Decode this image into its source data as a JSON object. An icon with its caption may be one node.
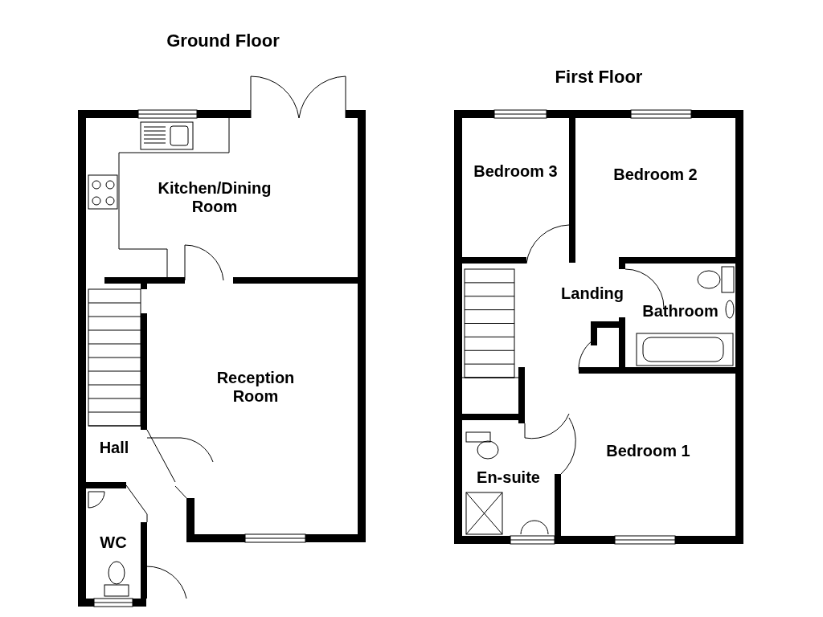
{
  "diagram": {
    "nodes": [
      {
        "text": [
          "Ground Floor"
        ]
      },
      {
        "text": [
          "Kitchen/Dining Room"
        ],
        "in": 0
      },
      {
        "text": [
          "Reception Room"
        ],
        "in": 0
      },
      {
        "text": [
          "Hall"
        ],
        "in": 0
      },
      {
        "text": [
          "WC"
        ],
        "in": 0
      },
      {
        "text": [
          "First Floor"
        ]
      },
      {
        "text": [
          "Bedroom 3"
        ],
        "in": 5
      },
      {
        "text": [
          "Bedroom 2"
        ],
        "in": 5
      },
      {
        "text": [
          "Landing"
        ],
        "in": 5
      },
      {
        "text": [
          "Bathroom"
        ],
        "in": 5
      },
      {
        "text": [
          "Bedroom 1"
        ],
        "in": 5
      },
      {
        "text": [
          "En-suite"
        ],
        "in": 5
      }
    ]
  }
}
